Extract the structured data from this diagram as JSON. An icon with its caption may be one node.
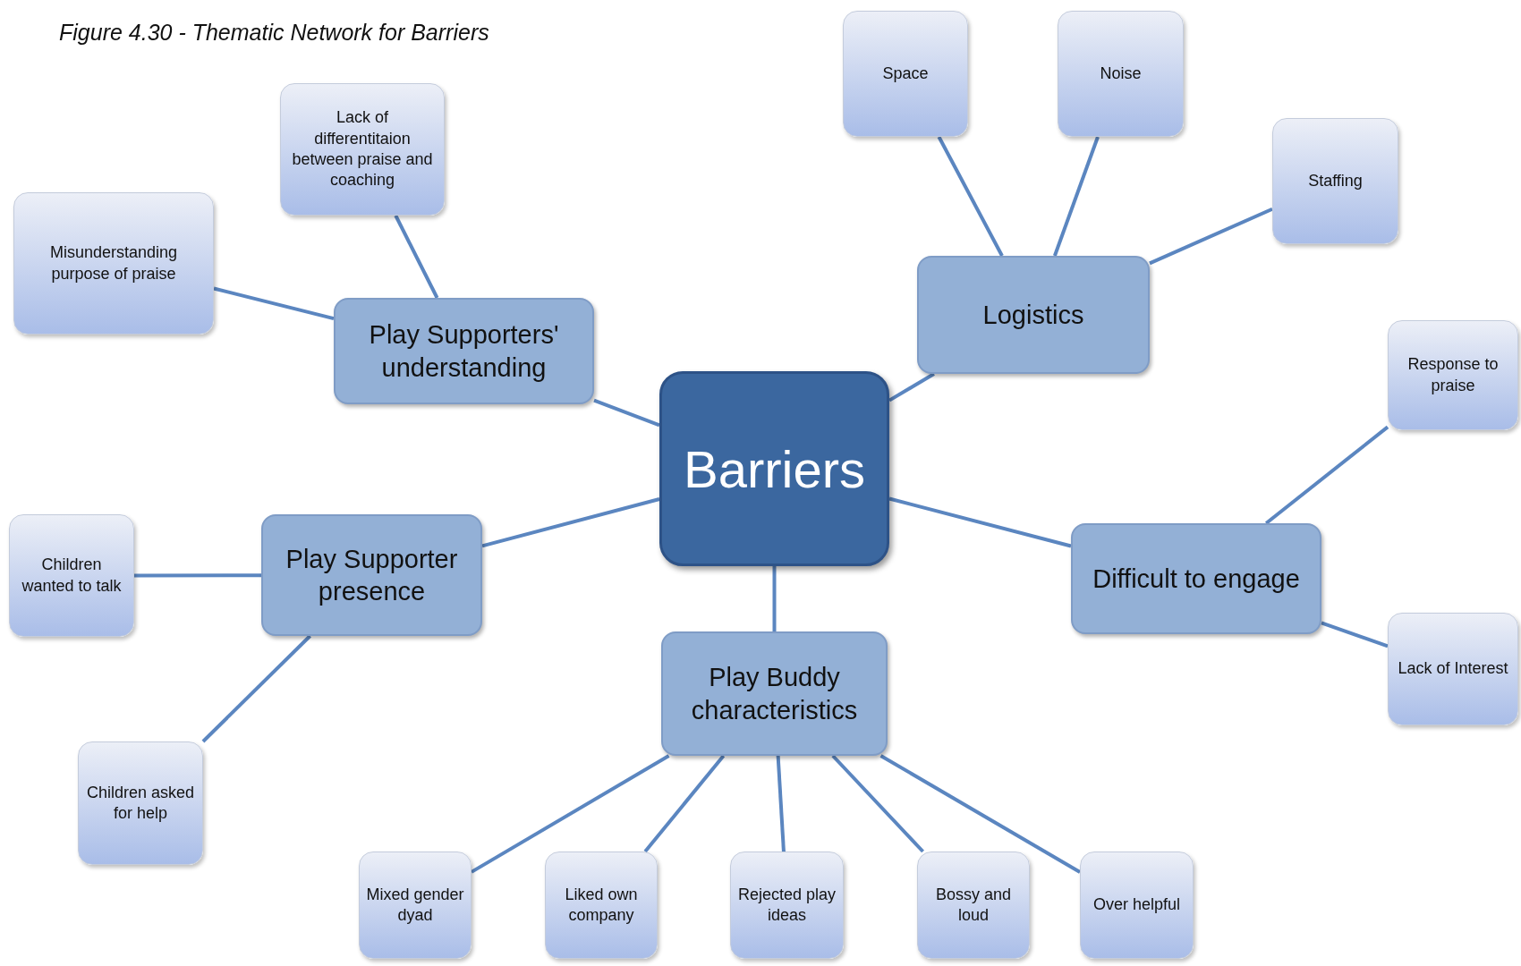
{
  "diagram": {
    "title": "Figure 4.30 - Thematic Network for Barriers",
    "nodes": [
      {
        "text": [
          "Barriers"
        ]
      },
      {
        "text": [
          "Play Supporters' understanding"
        ]
      },
      {
        "text": [
          "Lack of differentitaion between praise and coaching"
        ]
      },
      {
        "text": [
          "Misunderstanding purpose of praise"
        ]
      },
      {
        "text": [
          "Logistics"
        ]
      },
      {
        "text": [
          "Space"
        ]
      },
      {
        "text": [
          "Noise"
        ]
      },
      {
        "text": [
          "Staffing"
        ]
      },
      {
        "text": [
          "Play Supporter presence"
        ]
      },
      {
        "text": [
          "Children wanted to talk"
        ]
      },
      {
        "text": [
          "Children asked for help"
        ]
      },
      {
        "text": [
          "Difficult to engage"
        ]
      },
      {
        "text": [
          "Response to praise"
        ]
      },
      {
        "text": [
          "Lack of Interest"
        ]
      },
      {
        "text": [
          "Play Buddy characteristics"
        ]
      },
      {
        "text": [
          "Mixed gender dyad"
        ]
      },
      {
        "text": [
          "Liked own company"
        ]
      },
      {
        "text": [
          "Rejected play ideas"
        ]
      },
      {
        "text": [
          "Bossy and loud"
        ]
      },
      {
        "text": [
          "Over helpful"
        ]
      }
    ],
    "edges": [
      {
        "from": 0,
        "to": 1,
        "arrow": "none"
      },
      {
        "from": 1,
        "to": 2,
        "arrow": "none"
      },
      {
        "from": 1,
        "to": 3,
        "arrow": "none"
      },
      {
        "from": 0,
        "to": 4,
        "arrow": "none"
      },
      {
        "from": 4,
        "to": 5,
        "arrow": "none"
      },
      {
        "from": 4,
        "to": 6,
        "arrow": "none"
      },
      {
        "from": 4,
        "to": 7,
        "arrow": "none"
      },
      {
        "from": 0,
        "to": 8,
        "arrow": "none"
      },
      {
        "from": 8,
        "to": 9,
        "arrow": "none"
      },
      {
        "from": 8,
        "to": 10,
        "arrow": "none"
      },
      {
        "from": 0,
        "to": 11,
        "arrow": "none"
      },
      {
        "from": 11,
        "to": 12,
        "arrow": "none"
      },
      {
        "from": 11,
        "to": 13,
        "arrow": "none"
      },
      {
        "from": 0,
        "to": 14,
        "arrow": "none"
      },
      {
        "from": 14,
        "to": 15,
        "arrow": "none"
      },
      {
        "from": 14,
        "to": 16,
        "arrow": "none"
      },
      {
        "from": 14,
        "to": 17,
        "arrow": "none"
      },
      {
        "from": 14,
        "to": 18,
        "arrow": "none"
      },
      {
        "from": 14,
        "to": 19,
        "arrow": "none"
      }
    ]
  }
}
